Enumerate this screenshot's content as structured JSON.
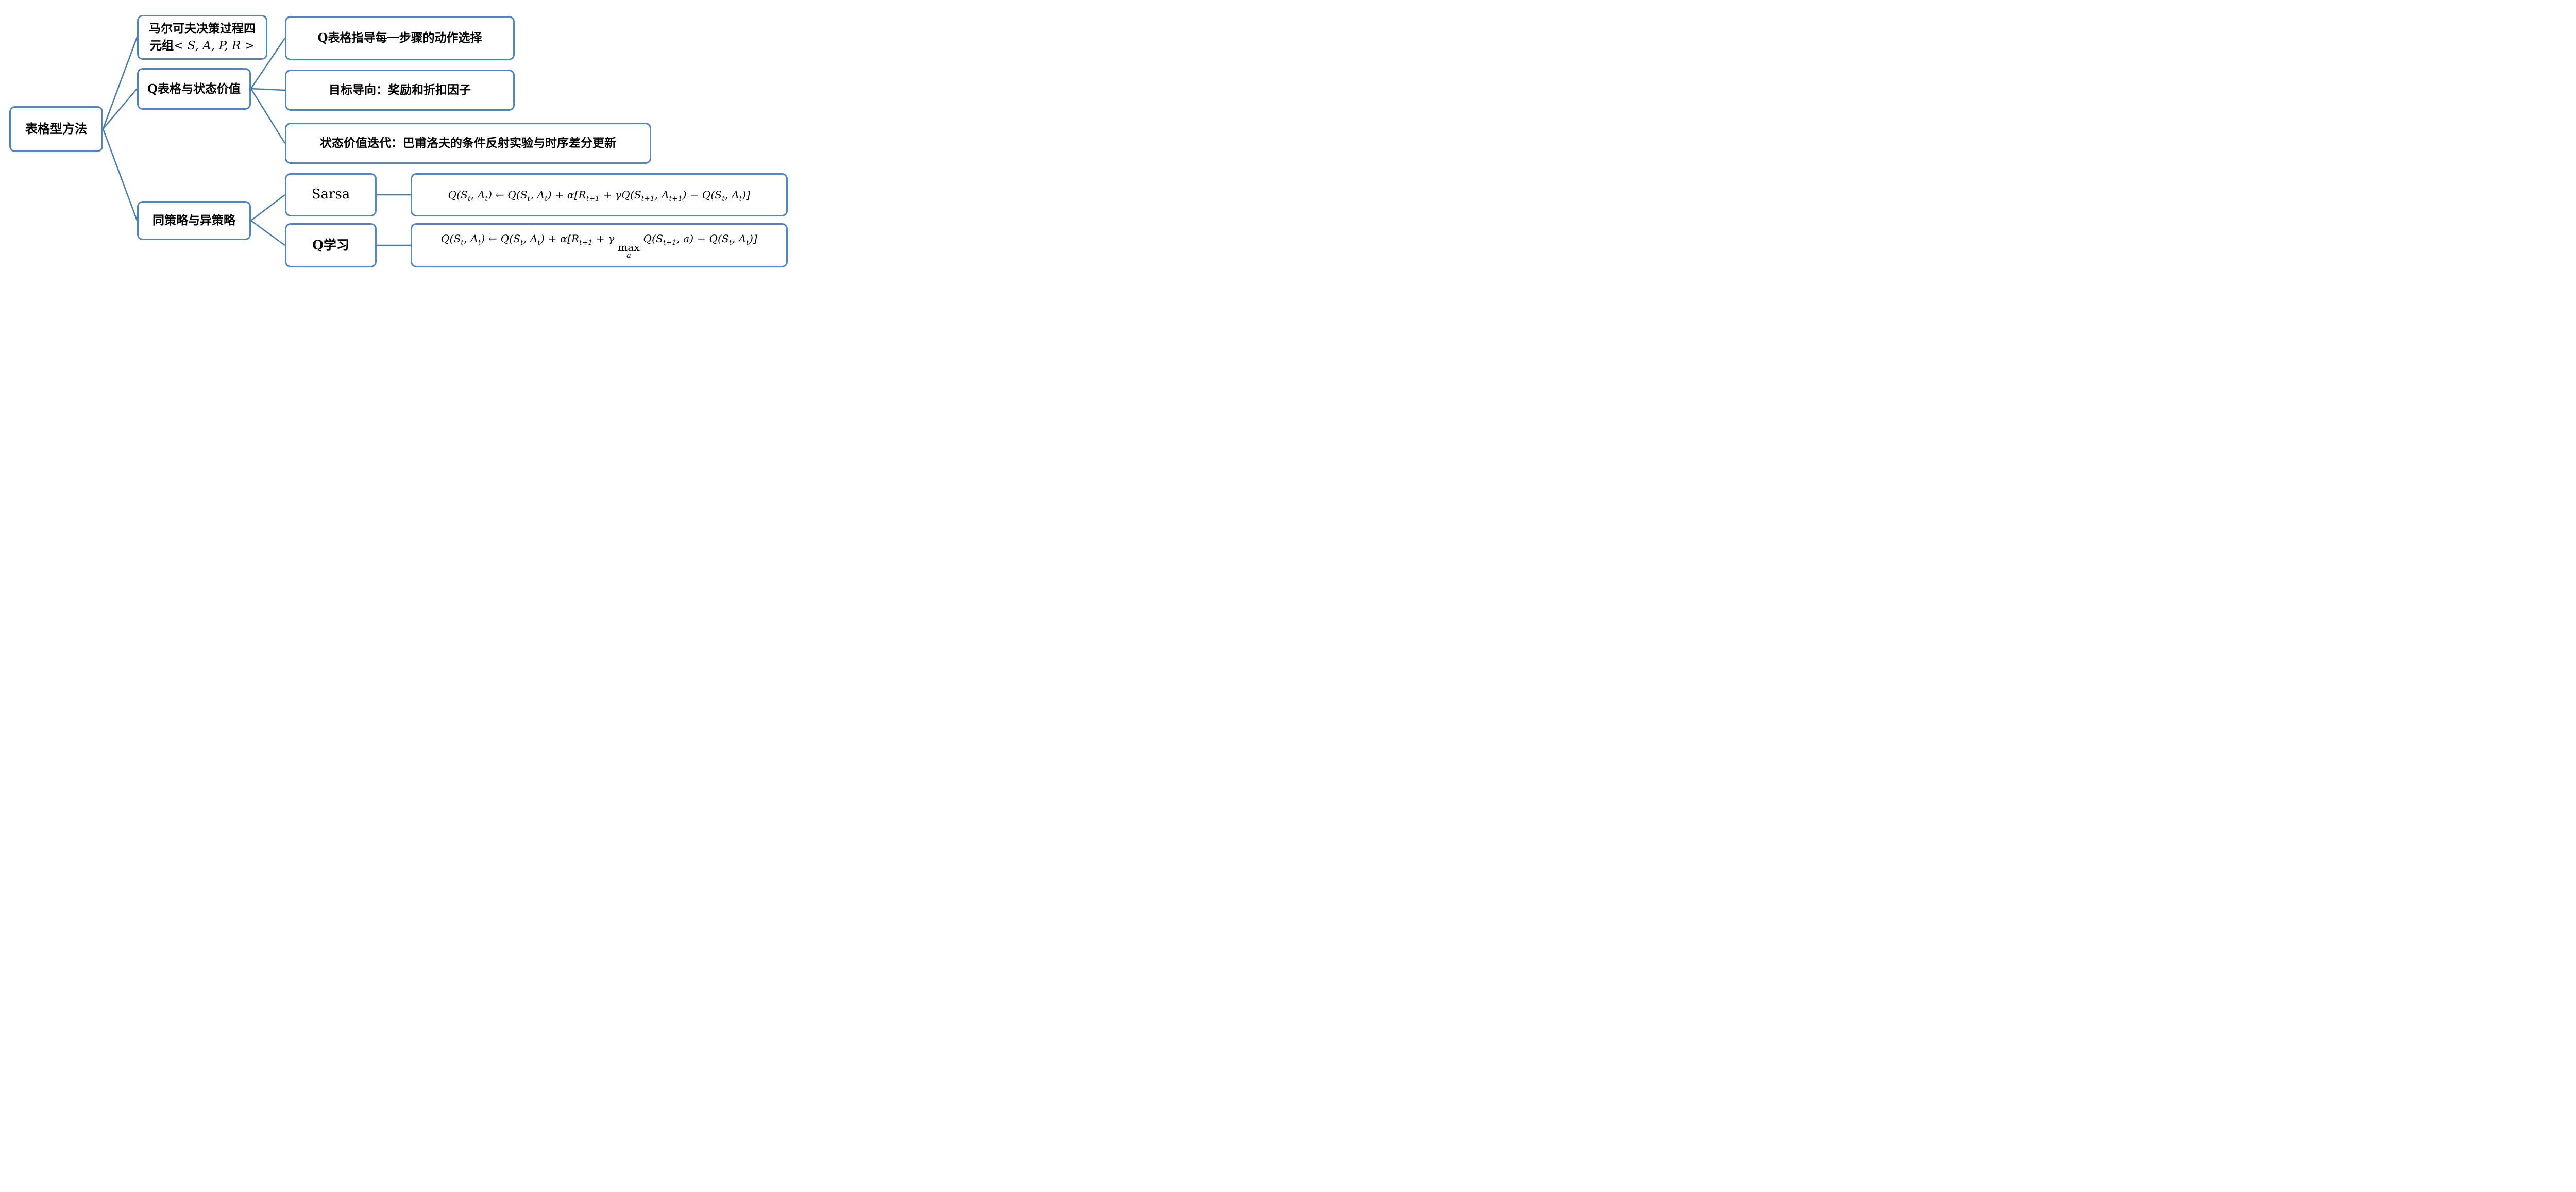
{
  "diagram": {
    "colors": {
      "box_border": "#4e85c2",
      "connector": "#4a7cab",
      "text": "#000000",
      "background": "#ffffff"
    },
    "root": {
      "label": "表格型方法"
    },
    "mdp": {
      "line1": "马尔可夫决策过程四",
      "line2_prefix": "元组",
      "line2_math": "< S, A, P, R >"
    },
    "qtable": {
      "label": "Q表格与状态价值"
    },
    "guide": {
      "label": "Q表格指导每一步骤的动作选择"
    },
    "goal": {
      "label": "目标导向：奖励和折扣因子"
    },
    "value_iter": {
      "label": "状态价值迭代：巴甫洛夫的条件反射实验与时序差分更新"
    },
    "policy": {
      "label": "同策略与异策略"
    },
    "sarsa": {
      "label": "Sarsa"
    },
    "qlearning": {
      "label": "Q学习"
    },
    "formulas": {
      "sarsa": {
        "parts": [
          {
            "t": "Q(S"
          },
          {
            "s": "t"
          },
          {
            "t": ", A"
          },
          {
            "s": "t"
          },
          {
            "t": ") ← Q(S"
          },
          {
            "s": "t"
          },
          {
            "t": ", A"
          },
          {
            "s": "t"
          },
          {
            "t": ") + α[R"
          },
          {
            "s": "t+1"
          },
          {
            "t": " + γQ(S"
          },
          {
            "s": "t+1"
          },
          {
            "t": ", A"
          },
          {
            "s": "t+1"
          },
          {
            "t": ") − Q(S"
          },
          {
            "s": "t"
          },
          {
            "t": ", A"
          },
          {
            "s": "t"
          },
          {
            "t": ")]"
          }
        ]
      },
      "qlearning": {
        "parts": [
          {
            "t": "Q(S"
          },
          {
            "s": "t"
          },
          {
            "t": ", A"
          },
          {
            "s": "t"
          },
          {
            "t": ") ← Q(S"
          },
          {
            "s": "t"
          },
          {
            "t": ", A"
          },
          {
            "s": "t"
          },
          {
            "t": ") + α[R"
          },
          {
            "s": "t+1"
          },
          {
            "t": " + γ "
          },
          {
            "m": {
              "top": "max",
              "bot": "a"
            }
          },
          {
            "t": " Q(S"
          },
          {
            "s": "t+1"
          },
          {
            "t": ", a) − Q(S"
          },
          {
            "s": "t"
          },
          {
            "t": ", A"
          },
          {
            "s": "t"
          },
          {
            "t": ")]"
          }
        ]
      }
    },
    "edges": [
      {
        "from": "root",
        "to": "mdp"
      },
      {
        "from": "root",
        "to": "qtable"
      },
      {
        "from": "root",
        "to": "policy"
      },
      {
        "from": "qtable",
        "to": "guide"
      },
      {
        "from": "qtable",
        "to": "goal"
      },
      {
        "from": "qtable",
        "to": "value_iter"
      },
      {
        "from": "policy",
        "to": "sarsa"
      },
      {
        "from": "policy",
        "to": "qlearning"
      },
      {
        "from": "sarsa",
        "to": "sarsa_formula"
      },
      {
        "from": "qlearning",
        "to": "qlearning_formula"
      }
    ]
  }
}
